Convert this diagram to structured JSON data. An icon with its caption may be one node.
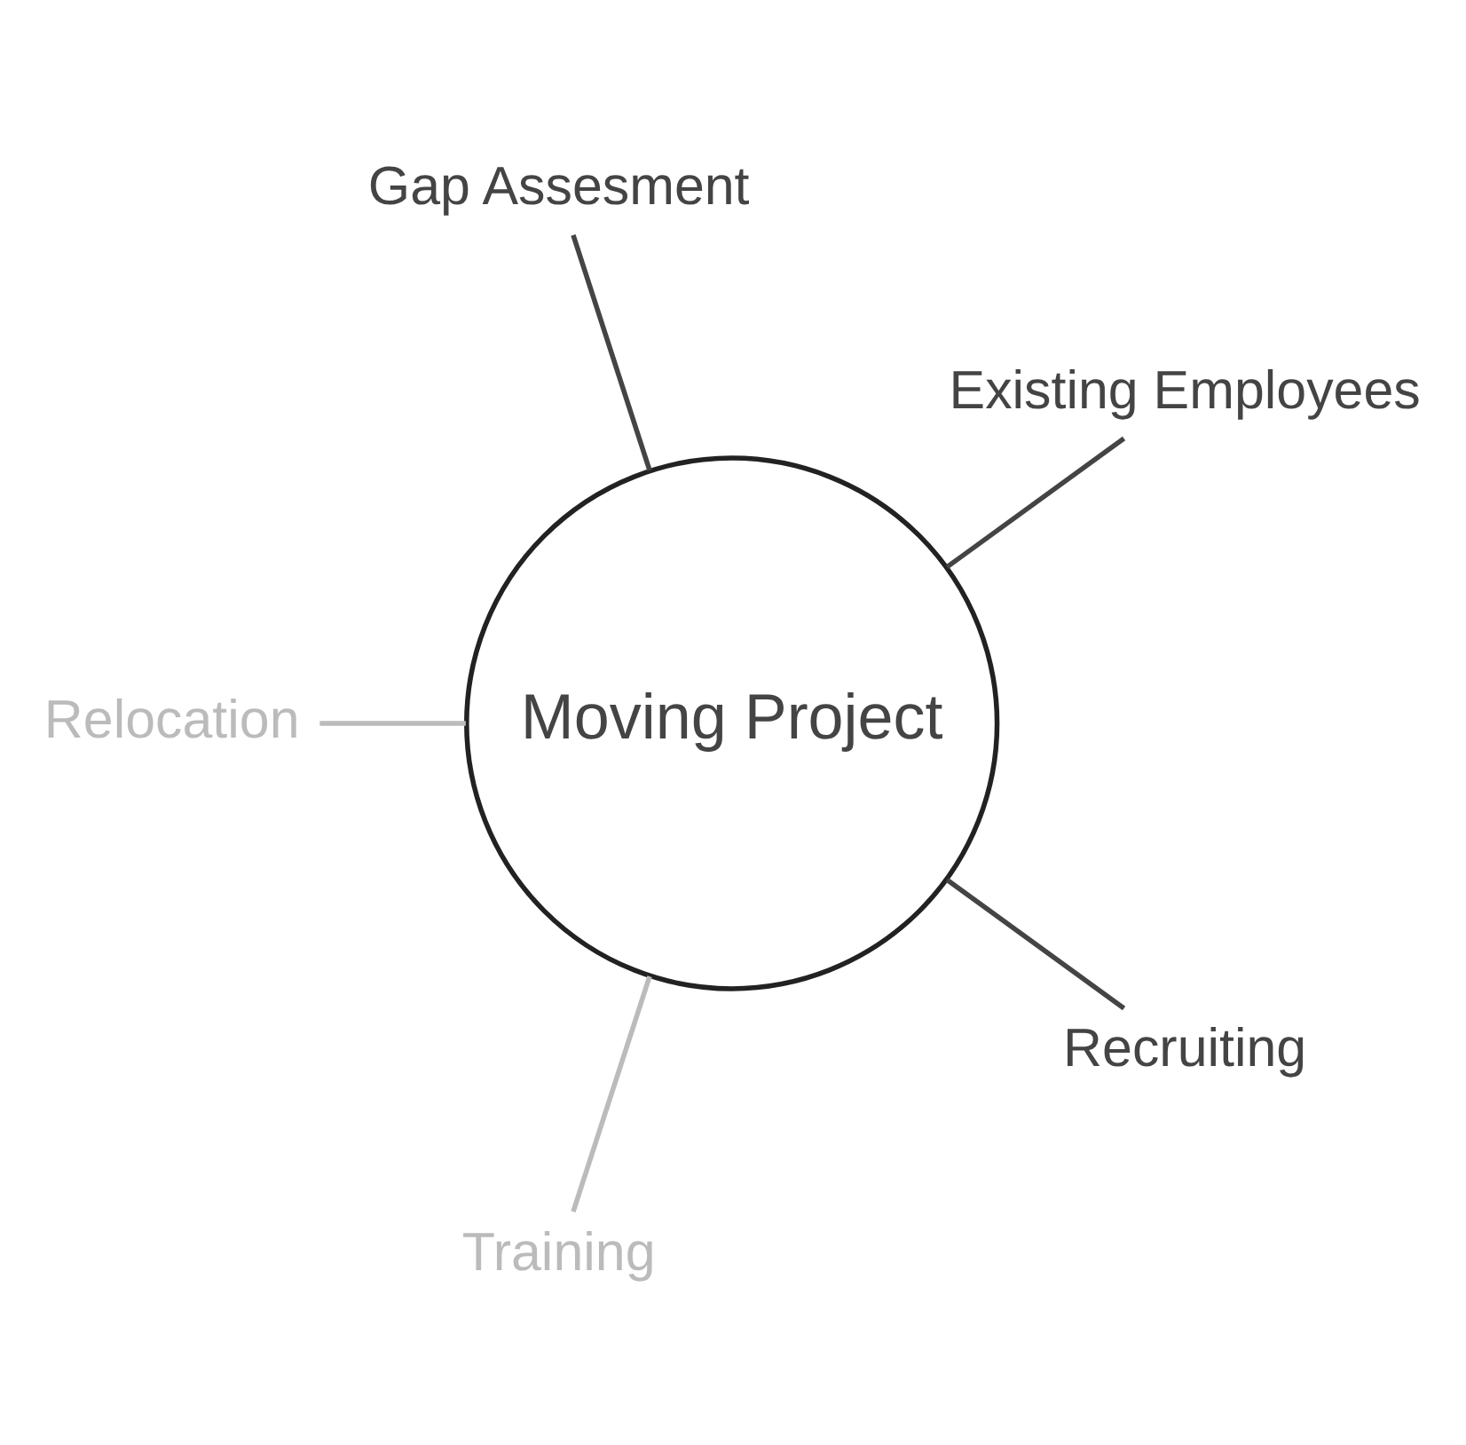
{
  "diagram": {
    "nodes": [
      {
        "text": [
          "Moving Project"
        ]
      },
      {
        "text": [
          "Existing Employees"
        ]
      },
      {
        "text": [
          "Gap Assesment"
        ]
      },
      {
        "text": [
          "Relocation"
        ]
      },
      {
        "text": [
          "Training"
        ]
      },
      {
        "text": [
          "Recruiting"
        ]
      }
    ],
    "edges": [
      {
        "from": 0,
        "to": 1,
        "arrow": "none"
      },
      {
        "from": 0,
        "to": 2,
        "arrow": "none"
      },
      {
        "from": 0,
        "to": 3,
        "arrow": "none",
        "color": "#bbbbbb"
      },
      {
        "from": 0,
        "to": 4,
        "arrow": "none",
        "color": "#bbbbbb"
      },
      {
        "from": 0,
        "to": 5,
        "arrow": "none"
      }
    ]
  }
}
